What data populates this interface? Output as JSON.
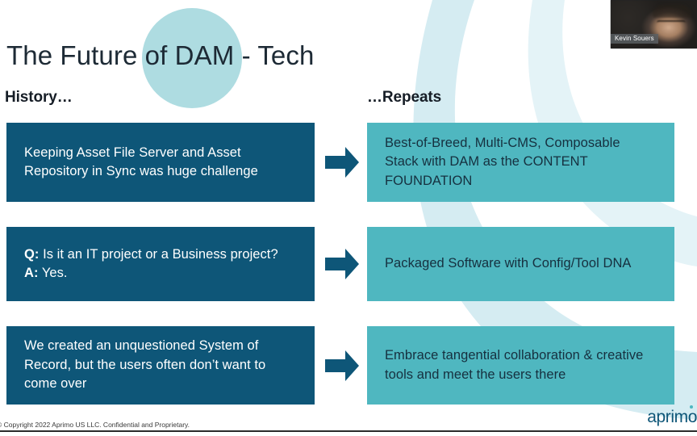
{
  "slide": {
    "title": "The Future of DAM - Tech",
    "columns": {
      "left_heading": "History…",
      "right_heading": "…Repeats"
    },
    "rows": [
      {
        "left_text": "Keeping Asset File Server and Asset Repository in Sync was huge challenge",
        "right_text": "Best-of-Breed, Multi-CMS, Composable Stack with DAM as the CONTENT FOUNDATION",
        "arrow": "right-arrow-icon"
      },
      {
        "left_q_label": "Q:",
        "left_q_text": " Is it an IT project or a Business project?",
        "left_a_label": "A:",
        "left_a_text": " Yes.",
        "right_text": "Packaged Software with Config/Tool DNA",
        "arrow": "right-arrow-icon"
      },
      {
        "left_text": "We created an unquestioned System of Record, but the users often don’t want to come over",
        "right_text": "Embrace tangential collaboration & creative tools and meet the users there",
        "arrow": "right-arrow-icon"
      }
    ]
  },
  "footer": {
    "copyright": "© Copyright 2022 Aprimo US LLC. Confidential and Proprietary.",
    "logo_text": "aprimo"
  },
  "webcam": {
    "participant_name": "Kevin Souers"
  },
  "colors": {
    "dark_blue": "#0E5678",
    "teal": "#4FB7C0",
    "light_teal": "#AEDCE1",
    "pale_blue": "#D5ECF2",
    "text_dark": "#16303f",
    "white": "#FFFFFF"
  }
}
